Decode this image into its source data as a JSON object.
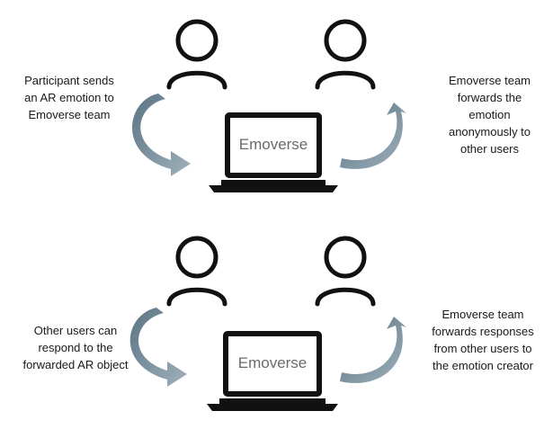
{
  "panels": [
    {
      "laptop_label": "Emoverse",
      "left_caption": "Participant sends\nan AR emotion to\nEmoverse team",
      "right_caption": "Emoverse team\nforwards the\nemotion\nanonymously to\nother users"
    },
    {
      "laptop_label": "Emoverse",
      "left_caption": "Other users can\nrespond to the\nforwarded AR object",
      "right_caption": "Emoverse team\nforwards responses\nfrom other users to\nthe emotion creator"
    }
  ],
  "icons": {
    "person": "person-icon",
    "laptop": "laptop-icon",
    "arrow": "curved-arrow-icon"
  },
  "colors": {
    "arrow": "#6f8a99",
    "outline": "#111111",
    "label": "#6b6b6b"
  }
}
